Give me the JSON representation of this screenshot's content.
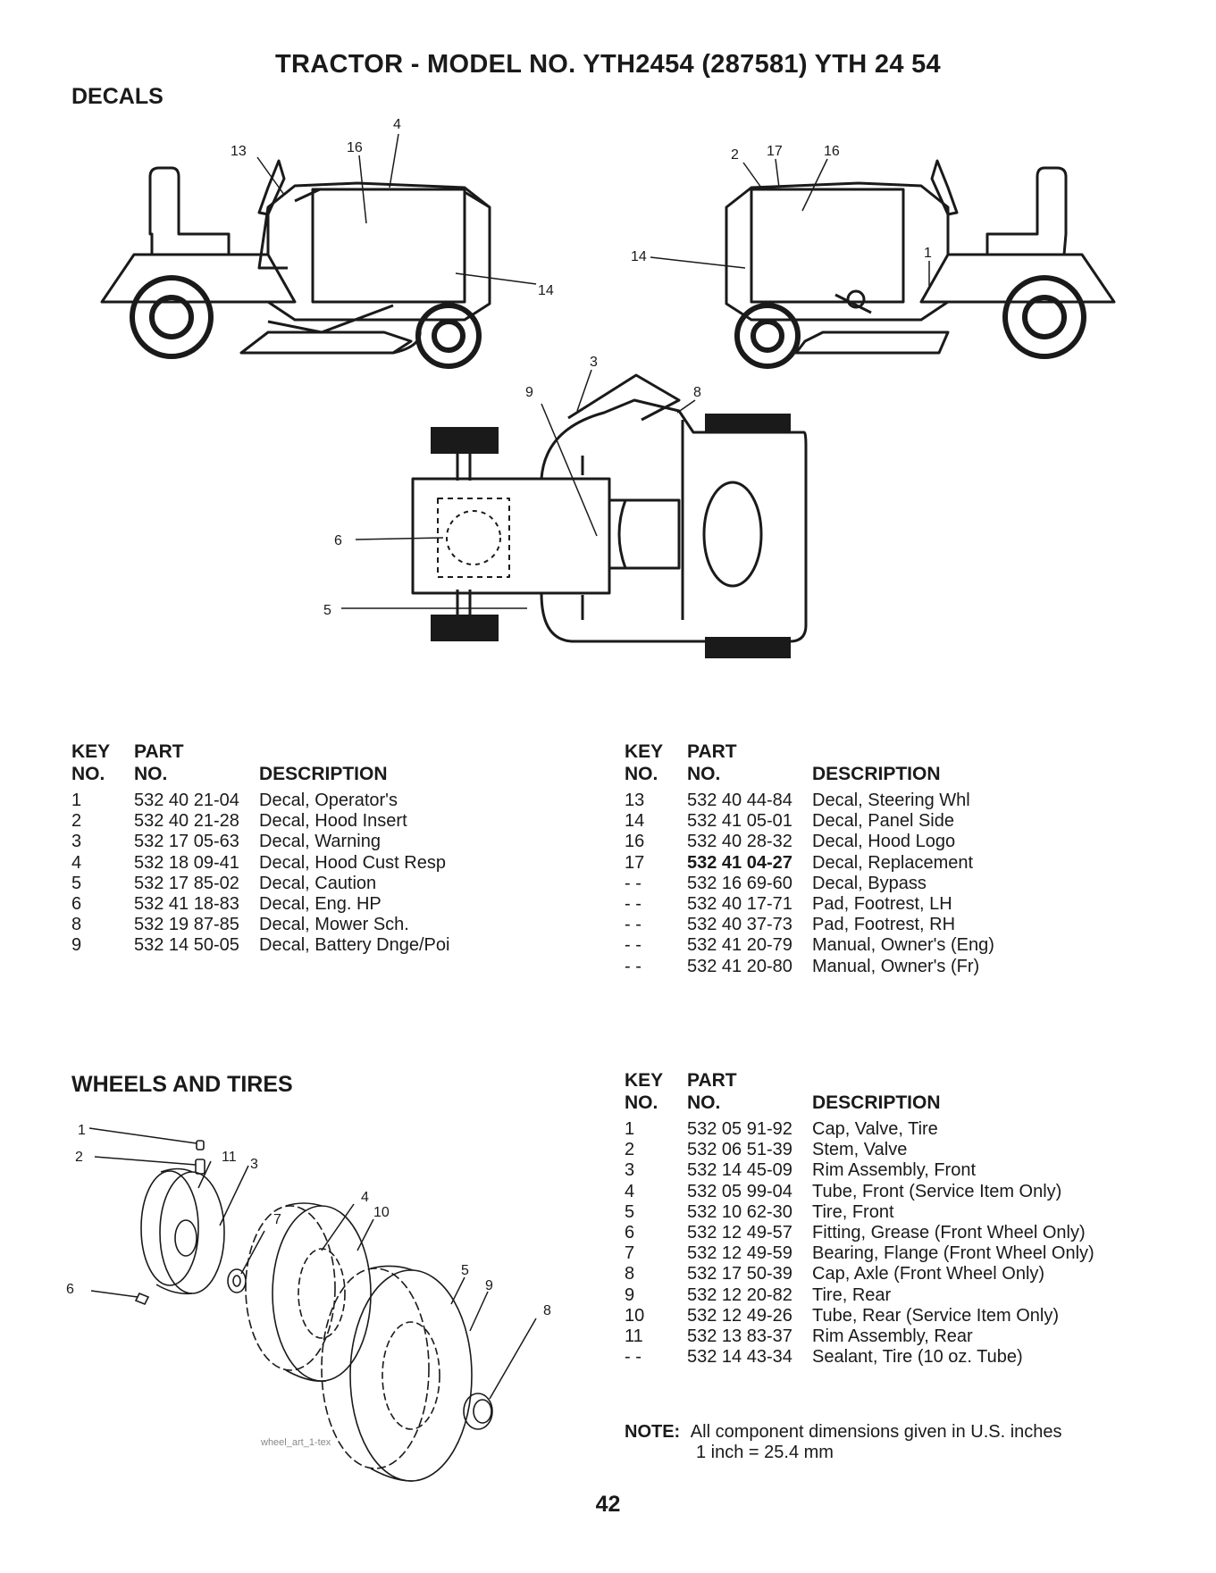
{
  "header": {
    "title": "TRACTOR - MODEL NO. YTH2454 (287581) YTH 24 54"
  },
  "decals": {
    "section_title": "DECALS",
    "callouts": {
      "left": [
        "13",
        "16",
        "4",
        "14"
      ],
      "right": [
        "2",
        "17",
        "16",
        "14",
        "1"
      ],
      "top": [
        "3",
        "9",
        "8",
        "6",
        "5"
      ]
    },
    "table_left": {
      "header": {
        "key1": "KEY",
        "part1": "PART",
        "key2": "NO.",
        "part2": "NO.",
        "desc": "DESCRIPTION"
      },
      "rows": [
        {
          "key": "1",
          "part": "532 40 21-04",
          "desc": "Decal, Operator's"
        },
        {
          "key": "2",
          "part": "532 40 21-28",
          "desc": "Decal, Hood Insert"
        },
        {
          "key": "3",
          "part": "532 17 05-63",
          "desc": "Decal, Warning"
        },
        {
          "key": "4",
          "part": "532 18 09-41",
          "desc": "Decal, Hood Cust Resp"
        },
        {
          "key": "5",
          "part": "532 17 85-02",
          "desc": "Decal, Caution"
        },
        {
          "key": "6",
          "part": "532 41 18-83",
          "desc": "Decal, Eng. HP"
        },
        {
          "key": "8",
          "part": "532 19 87-85",
          "desc": "Decal, Mower Sch."
        },
        {
          "key": "9",
          "part": "532 14 50-05",
          "desc": "Decal,  Battery Dnge/Poi"
        }
      ]
    },
    "table_right": {
      "header": {
        "key1": "KEY",
        "part1": "PART",
        "key2": "NO.",
        "part2": "NO.",
        "desc": "DESCRIPTION"
      },
      "rows": [
        {
          "key": "13",
          "part": "532 40 44-84",
          "desc": "Decal, Steering Whl"
        },
        {
          "key": "14",
          "part": "532 41 05-01",
          "desc": "Decal, Panel Side"
        },
        {
          "key": "16",
          "part": "532 40 28-32",
          "desc": "Decal, Hood Logo"
        },
        {
          "key": "17",
          "part": "532 41 04-27",
          "desc": "Decal, Replacement"
        },
        {
          "key": "- -",
          "part": "532 16 69-60",
          "desc": "Decal, Bypass"
        },
        {
          "key": "- -",
          "part": "532 40 17-71",
          "desc": "Pad, Footrest, LH"
        },
        {
          "key": "- -",
          "part": "532 40 37-73",
          "desc": "Pad, Footrest, RH"
        },
        {
          "key": "- -",
          "part": "532 41 20-79",
          "desc": "Manual, Owner's (Eng)"
        },
        {
          "key": "- -",
          "part": "532 41 20-80",
          "desc": "Manual, Owner's (Fr)"
        }
      ]
    }
  },
  "wheels": {
    "section_title": "WHEELS AND TIRES",
    "callouts": [
      "1",
      "2",
      "11",
      "3",
      "4",
      "7",
      "10",
      "5",
      "9",
      "8",
      "6"
    ],
    "art_label": "wheel_art_1-tex",
    "table": {
      "header": {
        "key1": "KEY",
        "part1": "PART",
        "key2": "NO.",
        "part2": "NO.",
        "desc": "DESCRIPTION"
      },
      "rows": [
        {
          "key": "1",
          "part": "532 05 91-92",
          "desc": "Cap, Valve, Tire"
        },
        {
          "key": "2",
          "part": "532 06 51-39",
          "desc": "Stem, Valve"
        },
        {
          "key": "3",
          "part": "532 14 45-09",
          "desc": "Rim Assembly, Front"
        },
        {
          "key": "4",
          "part": "532 05 99-04",
          "desc": "Tube, Front (Service Item Only)"
        },
        {
          "key": "5",
          "part": "532 10 62-30",
          "desc": "Tire, Front"
        },
        {
          "key": "6",
          "part": "532 12 49-57",
          "desc": "Fitting, Grease (Front Wheel Only)"
        },
        {
          "key": "7",
          "part": "532 12 49-59",
          "desc": "Bearing, Flange (Front Wheel Only)"
        },
        {
          "key": "8",
          "part": "532 17 50-39",
          "desc": "Cap, Axle (Front Wheel Only)"
        },
        {
          "key": "9",
          "part": "532 12 20-82",
          "desc": "Tire, Rear"
        },
        {
          "key": "10",
          "part": "532 12 49-26",
          "desc": "Tube, Rear (Service Item Only)"
        },
        {
          "key": "11",
          "part": "532 13 83-37",
          "desc": "Rim Assembly, Rear"
        },
        {
          "key": "- -",
          "part": "532 14 43-34",
          "desc": "Sealant, Tire (10 oz. Tube)"
        }
      ]
    },
    "note": {
      "label": "NOTE:",
      "line1": "All component dimensions given in U.S. inches",
      "line2": "1 inch = 25.4 mm"
    }
  },
  "footer": {
    "page_number": "42"
  }
}
